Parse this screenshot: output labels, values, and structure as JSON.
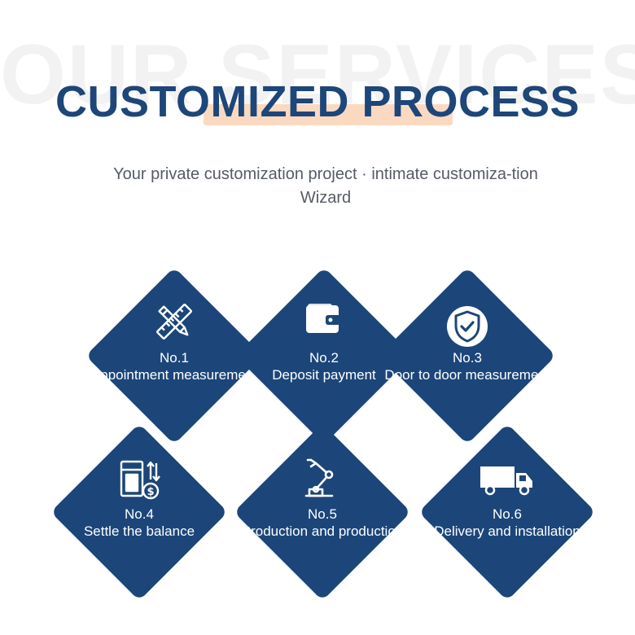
{
  "watermark": "OUR SERVICES",
  "title": "CUSTOMIZED PROCESS",
  "subtitle": "Your private customization project · intimate customiza-tion Wizard",
  "colors": {
    "brand_blue": "#1c4679",
    "highlight": "#fbd9c0",
    "watermark": "#f2f2f2"
  },
  "steps": [
    {
      "num": "No.1",
      "label": "Appointment measurement",
      "icon": "ruler-pencil-icon"
    },
    {
      "num": "No.2",
      "label": "Deposit payment",
      "icon": "wallet-icon"
    },
    {
      "num": "No.3",
      "label": "Door to door measurement",
      "icon": "shield-check-icon"
    },
    {
      "num": "No.4",
      "label": "Settle the balance",
      "icon": "balance-payment-icon"
    },
    {
      "num": "No.5",
      "label": "Production and production",
      "icon": "robot-arm-icon"
    },
    {
      "num": "No.6",
      "label": "Delivery and installation",
      "icon": "truck-icon"
    }
  ]
}
